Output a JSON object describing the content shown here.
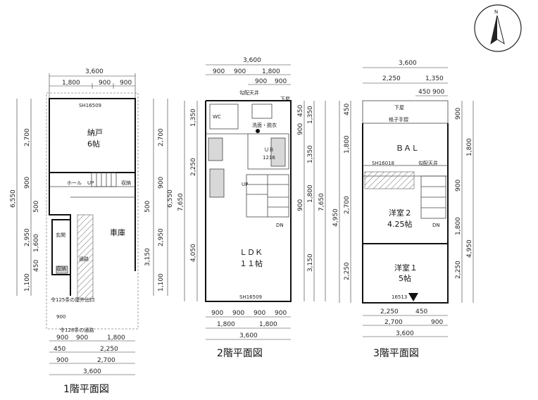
{
  "compass": {
    "label": "N"
  },
  "floor1": {
    "title": "1階平面図",
    "top_total": "3,600",
    "top_parts": [
      "1,800",
      "900",
      "900"
    ],
    "left_total": "6,550",
    "left_parts": [
      "2,700",
      "900",
      "500",
      "1,600",
      "450",
      "1,100"
    ],
    "left_inner": "2,950",
    "right_total": "6,550",
    "right_parts": [
      "2,700",
      "900",
      "500",
      "2,950",
      "3,150",
      "1,100"
    ],
    "bottom_rows": [
      [
        "900",
        "900",
        "1,800"
      ],
      [
        "450",
        "2,250"
      ],
      [
        "900",
        "2,700"
      ],
      [
        "3,600"
      ]
    ],
    "rooms": {
      "storage": "納戸",
      "storage_size": "6帖",
      "hall": "ホール",
      "up": "UP",
      "garage": "車庫",
      "entrance": "玄関",
      "shoebox": "収納",
      "passage": "通路",
      "closet": "収納",
      "sh": "SH16509"
    },
    "notes": [
      "令125条の屋外出口",
      "900",
      "令128条の通路"
    ]
  },
  "floor2": {
    "title": "2階平面図",
    "top_total": "3,600",
    "top_parts": [
      "900",
      "900",
      "1,800"
    ],
    "top_sub": [
      "900",
      "900"
    ],
    "left_total": "7,650",
    "left_parts": [
      "1,350",
      "2,250",
      "4,050"
    ],
    "right_total": "7,650",
    "right_parts": [
      "450",
      "900",
      "1,350",
      "1,800",
      "900",
      "3,150"
    ],
    "right_inner": [
      "1,350"
    ],
    "bottom_parts": [
      "900",
      "900",
      "900",
      "900"
    ],
    "bottom_mid": [
      "1,800",
      "1,800"
    ],
    "bottom_total": "3,600",
    "rooms": {
      "ldk": "ＬＤＫ",
      "ldk_size": "１１帖",
      "ub": "ＵＢ",
      "ub_size": "1216",
      "wash": "洗面・脱衣",
      "ceiling": "勾配天井",
      "lower": "下屋",
      "up": "UP",
      "dn": "DN",
      "sh": "SH16509",
      "wc": "WC"
    }
  },
  "floor3": {
    "title": "3階平面図",
    "top_total": "3,600",
    "top_row": [
      "2,250",
      "1,350"
    ],
    "top_sub": [
      "450",
      "900"
    ],
    "left_total": "4,950",
    "left_parts": [
      "450",
      "1,800",
      "2,700",
      "2,250"
    ],
    "right_total": "4,950",
    "right_parts": [
      "900",
      "1,800",
      "900",
      "1,800",
      "2,250"
    ],
    "bottom_row": [
      "2,250",
      "450"
    ],
    "bottom_mid": [
      "2,700",
      "900"
    ],
    "bottom_total": "3,600",
    "rooms": {
      "lower": "下屋",
      "railing": "格子手摺",
      "bal": "ＢＡＬ",
      "sh": "SH16018",
      "ceiling": "勾配天井",
      "western2": "洋室２",
      "western2_size": "4.25帖",
      "western1": "洋室１",
      "western1_size": "5帖",
      "dn": "DN",
      "code": "16513"
    }
  }
}
